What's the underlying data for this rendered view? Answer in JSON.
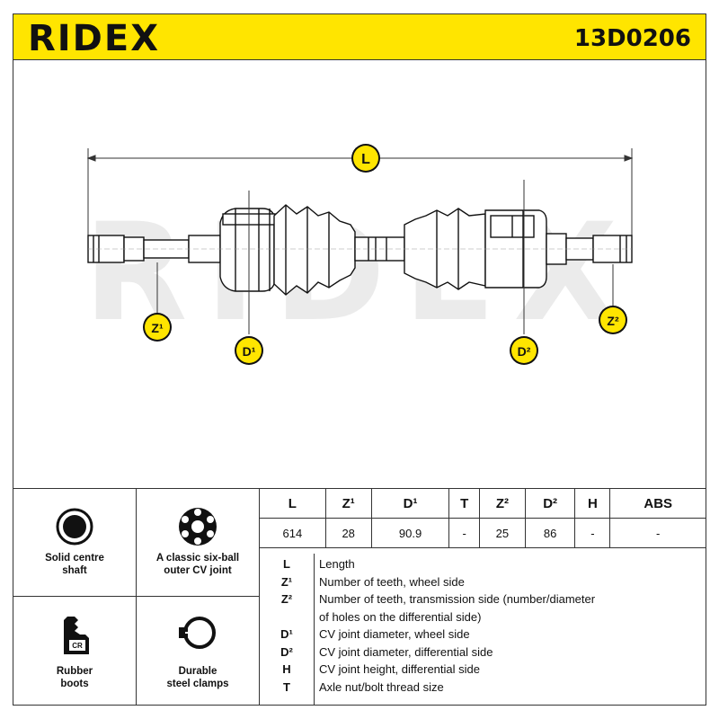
{
  "brand": {
    "logo": "RIDEX",
    "part_number": "13D0206",
    "accent": "#ffe500"
  },
  "diagram": {
    "callouts": {
      "L": "L",
      "Z1": "Z¹",
      "D1": "D¹",
      "D2": "D²",
      "Z2": "Z²"
    },
    "watermark": "RIDEX"
  },
  "features": [
    {
      "icon": "solid-shaft-icon",
      "label": "Solid centre\nshaft"
    },
    {
      "icon": "six-ball-joint-icon",
      "label": "A classic six-ball\nouter CV joint"
    },
    {
      "icon": "rubber-boot-icon",
      "label": "Rubber\nboots"
    },
    {
      "icon": "steel-clamp-icon",
      "label": "Durable\nsteel clamps"
    }
  ],
  "spec_table": {
    "headers": [
      "L",
      "Z¹",
      "D¹",
      "T",
      "Z²",
      "D²",
      "H",
      "ABS"
    ],
    "values": [
      "614",
      "28",
      "90.9",
      "-",
      "25",
      "86",
      "-",
      "-"
    ]
  },
  "legend": [
    {
      "key": "L",
      "text": "Length"
    },
    {
      "key": "Z¹",
      "text": "Number of teeth, wheel side"
    },
    {
      "key": "Z²",
      "text": "Number of teeth, transmission side (number/diameter"
    },
    {
      "key": "",
      "text": "of holes on the differential side)"
    },
    {
      "key": "D¹",
      "text": "CV joint diameter, wheel side"
    },
    {
      "key": "D²",
      "text": "CV joint diameter, differential side"
    },
    {
      "key": "H",
      "text": "CV joint height, differential side"
    },
    {
      "key": "T",
      "text": "Axle nut/bolt thread size"
    }
  ]
}
